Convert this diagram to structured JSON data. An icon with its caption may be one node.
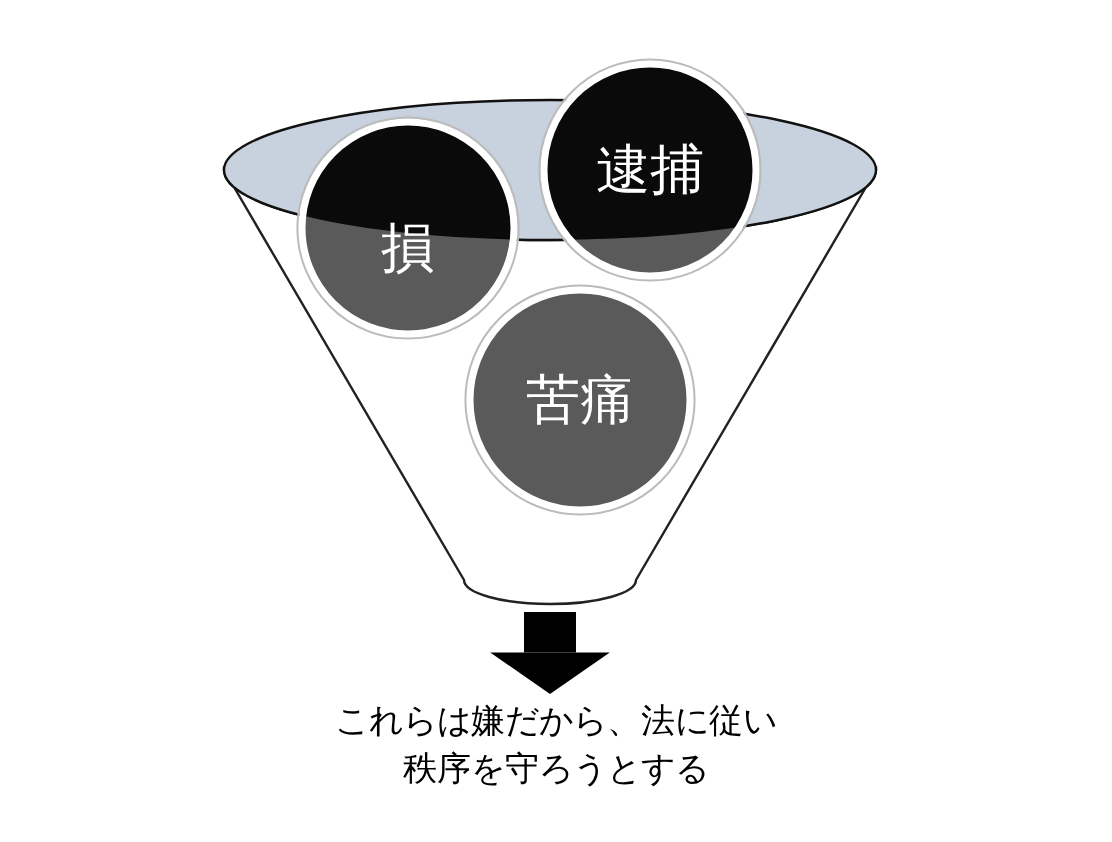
{
  "diagram": {
    "nodes": [
      {
        "text": [],
        "shape": "funnel"
      },
      {
        "text": [
          "損"
        ]
      },
      {
        "text": [
          "逮捕"
        ]
      },
      {
        "text": [
          "苦痛"
        ],
        "in": 0
      },
      {
        "text": [
          "これらは嫌だから、法に従い秩序を守ろうとする"
        ]
      }
    ],
    "edges": [
      {
        "from": 0,
        "to": 4,
        "arrow": "to"
      }
    ]
  }
}
